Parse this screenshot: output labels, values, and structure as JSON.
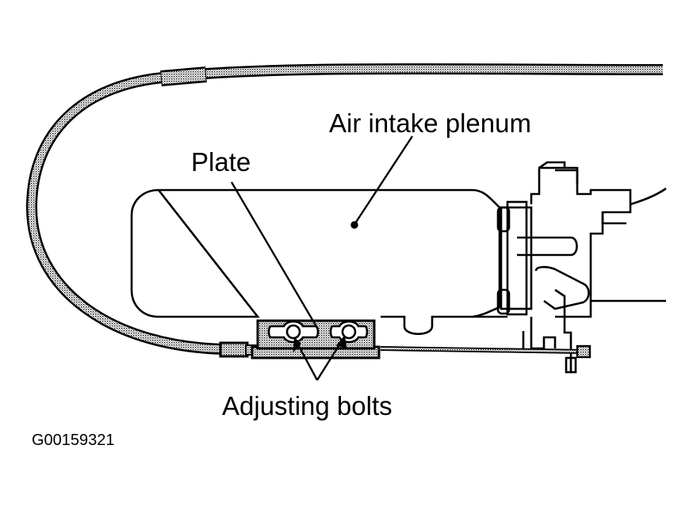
{
  "labels": {
    "air_intake_plenum": "Air intake plenum",
    "plate": "Plate",
    "adjusting_bolts": "Adjusting bolts"
  },
  "figure_code": "G00159321",
  "colors": {
    "ink": "#000000",
    "paper": "#ffffff",
    "stipple": "#b9b9b9"
  }
}
